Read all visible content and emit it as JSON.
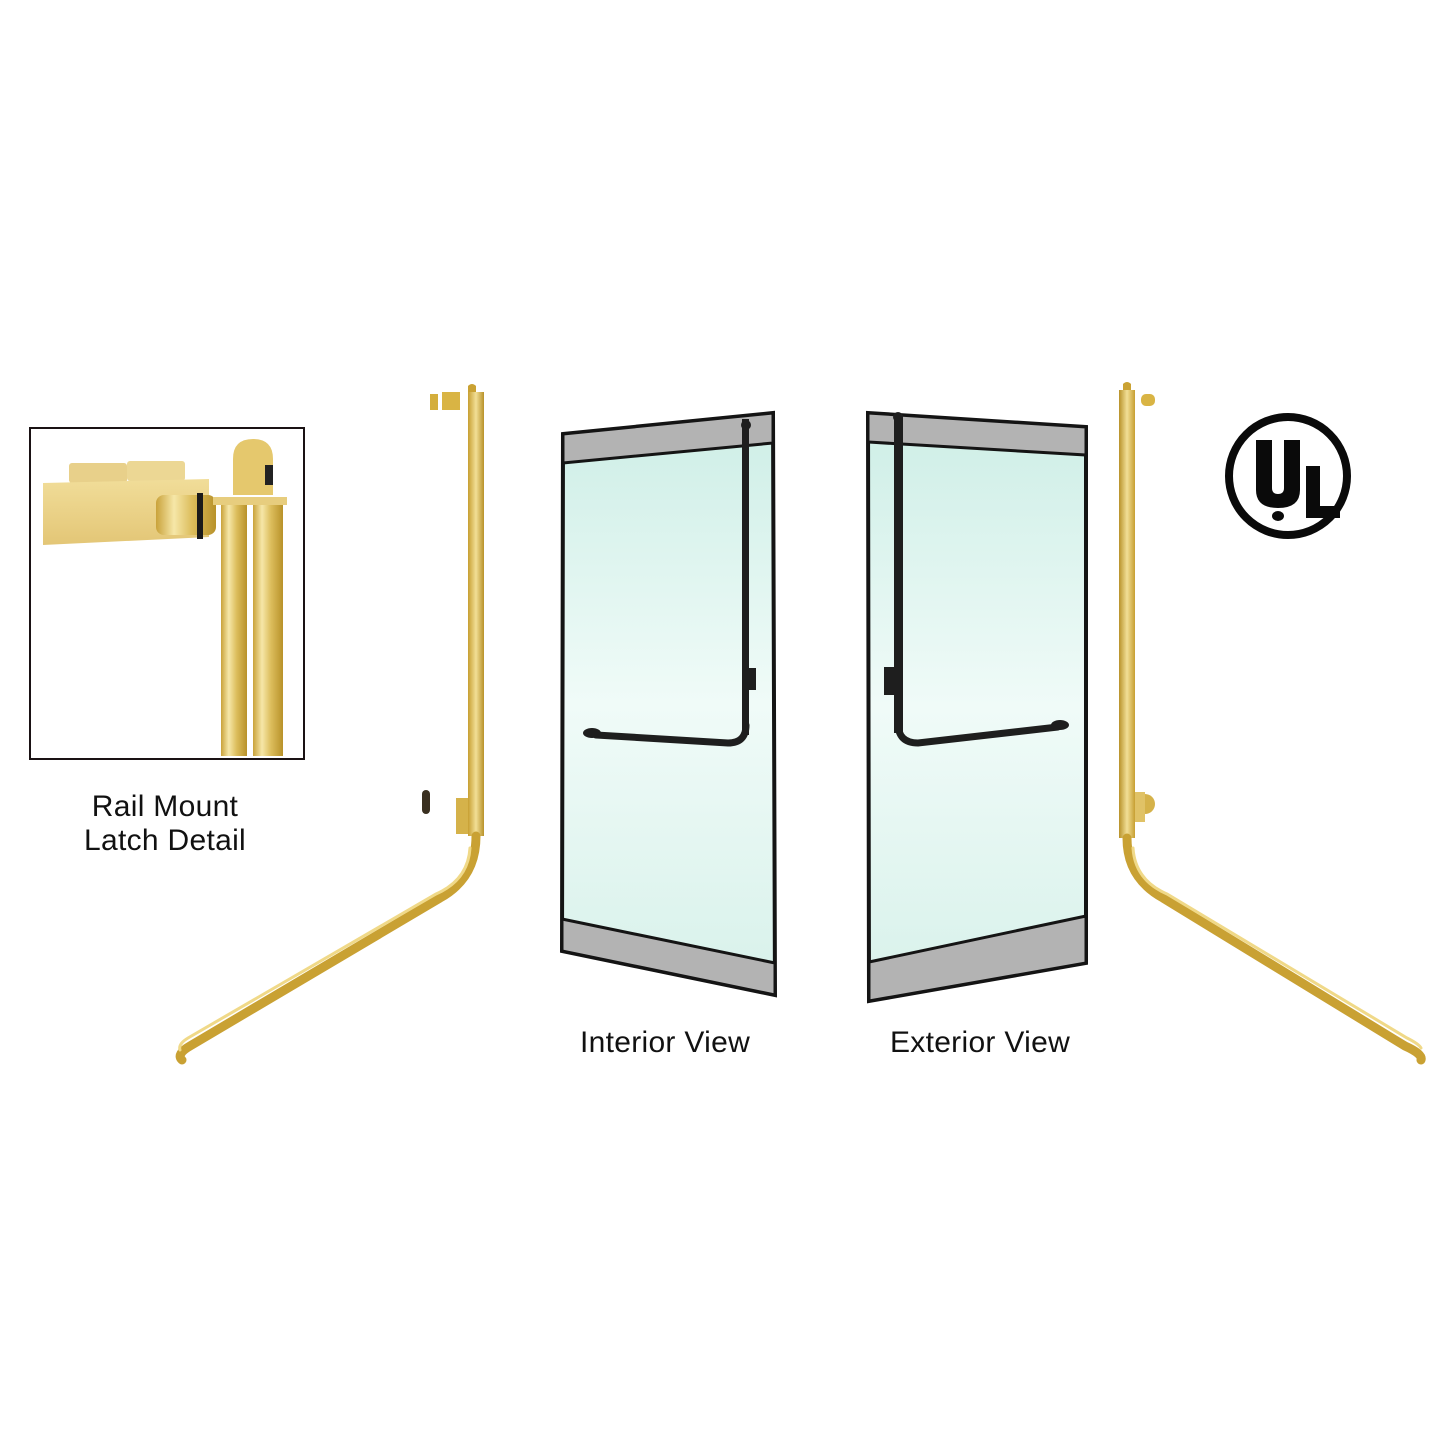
{
  "detail": {
    "caption_line1": "Rail Mount",
    "caption_line2": "Latch Detail"
  },
  "views": {
    "interior_label": "Interior View",
    "exterior_label": "Exterior View"
  },
  "certification": {
    "mark": "UL",
    "letter_u": "U",
    "letter_l": "L"
  },
  "colors": {
    "brass": "#d9b94e",
    "brass_dark": "#b8922a",
    "brass_light": "#f3e3a0",
    "glass": "#d4efe9",
    "rail_gray": "#b3b3b3",
    "outline": "#141414"
  }
}
